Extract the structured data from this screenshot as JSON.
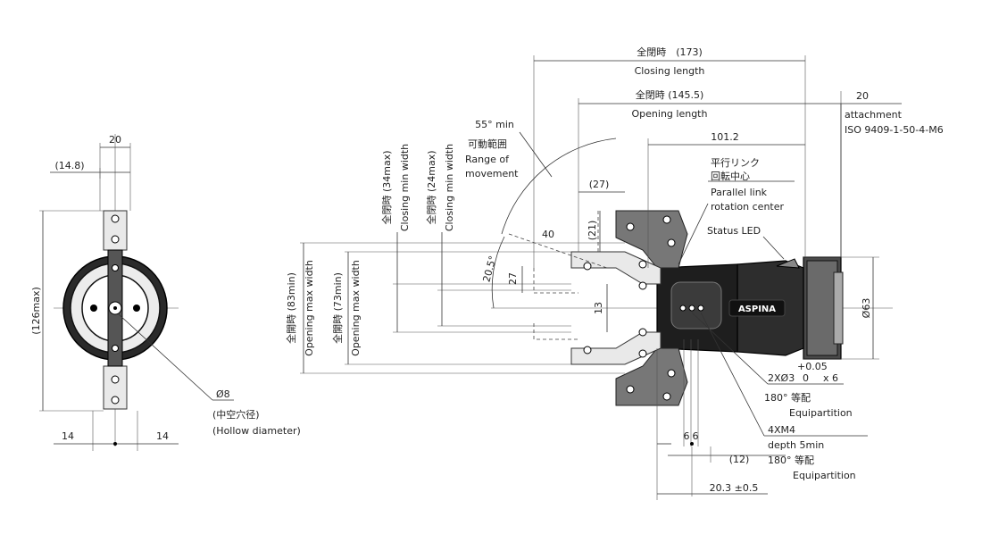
{
  "brand": "ASPINA",
  "labels": {
    "closing_length_ja": "全閉時　(173)",
    "closing_length_en": "Closing length",
    "opening_length_ja": "全閉時 (145.5)",
    "opening_length_en": "Opening length",
    "attachment_dim": "20",
    "attachment_line1": "attachment",
    "attachment_line2": "ISO 9409-1-50-4-M6",
    "dim_101_2": "101.2",
    "angle_55": "55° min",
    "range_ja": "可動範囲",
    "range_en1": "Range of",
    "range_en2": "movement",
    "dim_27_top": "(27)",
    "dim_21": "(21)",
    "dim_40": "40",
    "angle_20_5": "20.5°",
    "dim_27_side": "27",
    "dim_13": "13",
    "parallel_ja1": "平行リンク",
    "parallel_ja2": "回転中心",
    "parallel_en1": "Parallel link",
    "parallel_en2": "rotation center",
    "status_led": "Status LED",
    "dia_63": "Ø63",
    "hole_2x": "2XØ3",
    "tol_upper": "+0.05",
    "tol_zero": "0",
    "hole_depth": "x 6",
    "equi1_ja": "180° 等配",
    "equi1_en": "Equipartition",
    "thread_4x": "4XM4",
    "thread_depth": "depth 5min",
    "equi2_ja": "180° 等配",
    "equi2_en": "Equipartition",
    "dim_6a": "6",
    "dim_6b": "6",
    "dim_12": "(12)",
    "dim_20_3": "20.3 ±0.5",
    "closing_min_34_ja": "全閉時 (34max)",
    "closing_min_34_en": "Closing min width",
    "closing_min_24_ja": "全閉時 (24max)",
    "closing_min_24_en": "Closing min width",
    "opening_83_ja": "全開時 (83min)",
    "opening_83_en": "Opening max width",
    "opening_73_ja": "全開時 (73min)",
    "opening_73_en": "Opening max width",
    "front_20": "20",
    "front_14_8": "(14.8)",
    "front_126": "(126max)",
    "front_14_left": "14",
    "front_14_right": "14",
    "hollow_dia": "Ø8",
    "hollow_ja": "(中空穴径)",
    "hollow_en": "(Hollow diameter)"
  }
}
